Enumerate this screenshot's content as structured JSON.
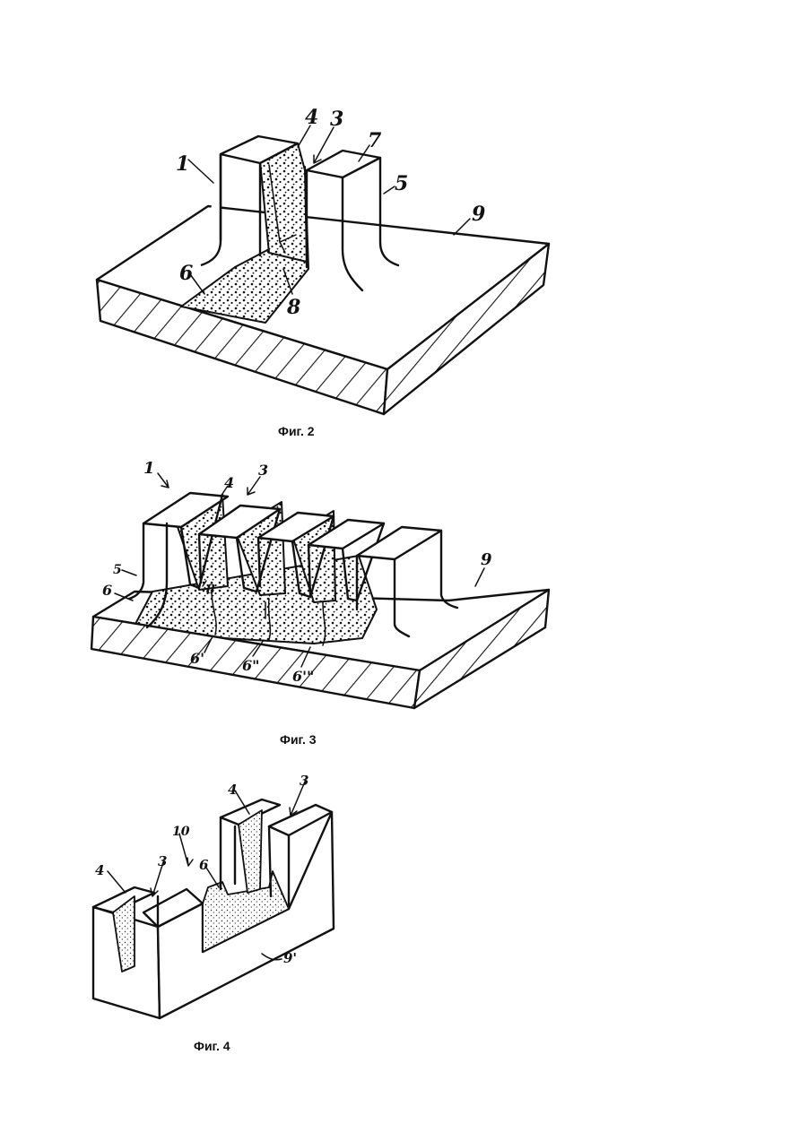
{
  "figures": [
    {
      "caption": "Фиг. 2",
      "labels": {
        "l1": "1",
        "l3": "3",
        "l4": "4",
        "l5": "5",
        "l6": "6",
        "l7": "7",
        "l8": "8",
        "l9": "9"
      }
    },
    {
      "caption": "Фиг. 3",
      "labels": {
        "l1": "1",
        "l3": "3",
        "l4": "4",
        "l5": "5",
        "l6": "6",
        "l6a": "6'",
        "l6b": "6\"",
        "l6c": "6'\"",
        "l8": "8",
        "l9": "9"
      }
    },
    {
      "caption": "Фиг. 4",
      "labels": {
        "l3a": "3",
        "l3b": "3",
        "l4a": "4",
        "l4b": "4",
        "l6": "6",
        "l9": "9'",
        "l10": "10"
      }
    }
  ]
}
